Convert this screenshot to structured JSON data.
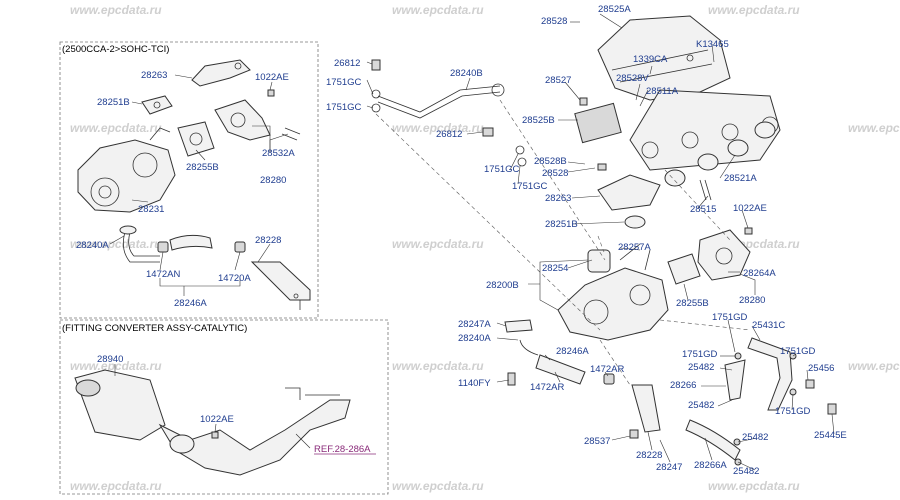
{
  "watermark": "www.epcdata.ru",
  "section_1_header": "(2500CCA-2>SOHC-TCI)",
  "section_2_header": "(FITTING  CONVERTER ASSY-CATALYTIC)",
  "ref_label": "REF.28-286A",
  "labels": [
    {
      "id": "a1",
      "text": "28263"
    },
    {
      "id": "a2",
      "text": "1022AE"
    },
    {
      "id": "a3",
      "text": "28251B"
    },
    {
      "id": "a4",
      "text": "28532A"
    },
    {
      "id": "a5",
      "text": "28255B"
    },
    {
      "id": "a6",
      "text": "28280"
    },
    {
      "id": "a7",
      "text": "28231"
    },
    {
      "id": "a8",
      "text": "28240A"
    },
    {
      "id": "a9",
      "text": "28228"
    },
    {
      "id": "a10",
      "text": "1472AN"
    },
    {
      "id": "a11",
      "text": "14720A"
    },
    {
      "id": "a12",
      "text": "28246A"
    },
    {
      "id": "b1",
      "text": "28940"
    },
    {
      "id": "b2",
      "text": "1022AE"
    },
    {
      "id": "c1",
      "text": "26812"
    },
    {
      "id": "c2",
      "text": "1751GC"
    },
    {
      "id": "c3",
      "text": "1751GC"
    },
    {
      "id": "c4",
      "text": "28240B"
    },
    {
      "id": "c5",
      "text": "26812"
    },
    {
      "id": "c6",
      "text": "1751GC"
    },
    {
      "id": "c7",
      "text": "1751GC"
    },
    {
      "id": "d1",
      "text": "28528"
    },
    {
      "id": "d2",
      "text": "28525A"
    },
    {
      "id": "d3",
      "text": "1339CA"
    },
    {
      "id": "d4",
      "text": "K13465"
    },
    {
      "id": "d5",
      "text": "28527"
    },
    {
      "id": "d6",
      "text": "28528V"
    },
    {
      "id": "d7",
      "text": "28511A"
    },
    {
      "id": "d8",
      "text": "28525B"
    },
    {
      "id": "d9",
      "text": "28528B"
    },
    {
      "id": "d10",
      "text": "28528"
    },
    {
      "id": "d11",
      "text": "28521A"
    },
    {
      "id": "d12",
      "text": "28263"
    },
    {
      "id": "d13",
      "text": "28515"
    },
    {
      "id": "d14",
      "text": "1022AE"
    },
    {
      "id": "d15",
      "text": "28251B"
    },
    {
      "id": "d16",
      "text": "28257A"
    },
    {
      "id": "d17",
      "text": "28254"
    },
    {
      "id": "d18",
      "text": "28200B"
    },
    {
      "id": "d19",
      "text": "28264A"
    },
    {
      "id": "d20",
      "text": "28280"
    },
    {
      "id": "d21",
      "text": "28255B"
    },
    {
      "id": "e1",
      "text": "28247A"
    },
    {
      "id": "e2",
      "text": "28240A"
    },
    {
      "id": "e3",
      "text": "28246A"
    },
    {
      "id": "e4",
      "text": "1140FY"
    },
    {
      "id": "e5",
      "text": "1472AR"
    },
    {
      "id": "e6",
      "text": "1472AR"
    },
    {
      "id": "e7",
      "text": "28537"
    },
    {
      "id": "e8",
      "text": "28228"
    },
    {
      "id": "e9",
      "text": "28247"
    },
    {
      "id": "e10",
      "text": "28266A"
    },
    {
      "id": "f1",
      "text": "1751GD"
    },
    {
      "id": "f2",
      "text": "25431C"
    },
    {
      "id": "f3",
      "text": "1751GD"
    },
    {
      "id": "f4",
      "text": "1751GD"
    },
    {
      "id": "f5",
      "text": "25482"
    },
    {
      "id": "f6",
      "text": "25456"
    },
    {
      "id": "f7",
      "text": "28266"
    },
    {
      "id": "f8",
      "text": "25482"
    },
    {
      "id": "f9",
      "text": "1751GD"
    },
    {
      "id": "f10",
      "text": "25445E"
    },
    {
      "id": "f11",
      "text": "25482"
    },
    {
      "id": "f12",
      "text": "25482"
    }
  ]
}
